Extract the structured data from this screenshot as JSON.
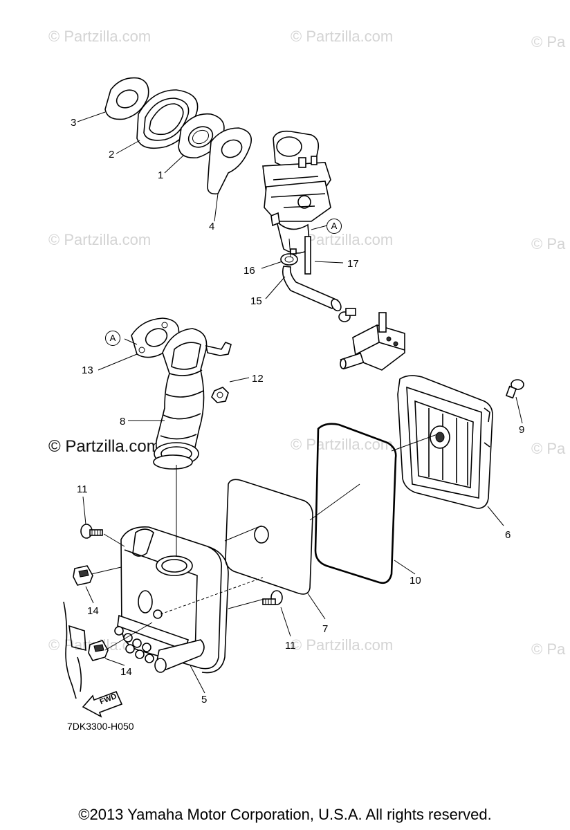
{
  "watermarks": [
    "© Partzilla.com",
    "© Partzilla.com",
    "© Pa",
    "© Partzilla.com",
    "© Partzilla.com",
    "© Pa",
    "© Partzilla.com",
    "© Pa",
    "© Partzilla.com",
    "© Partzilla.com",
    "© Pa"
  ],
  "watermark_strong": "© Partzilla.com",
  "callouts": [
    "1",
    "2",
    "3",
    "4",
    "5",
    "6",
    "7",
    "8",
    "9",
    "10",
    "11",
    "11",
    "12",
    "13",
    "14",
    "14",
    "15",
    "16",
    "17"
  ],
  "reference_marks": [
    "A",
    "A"
  ],
  "fwd_label": "FWD",
  "diagram_code": "7DK3300-H050",
  "copyright": "©2013  Yamaha Motor Corporation, U.S.A. All rights reserved."
}
